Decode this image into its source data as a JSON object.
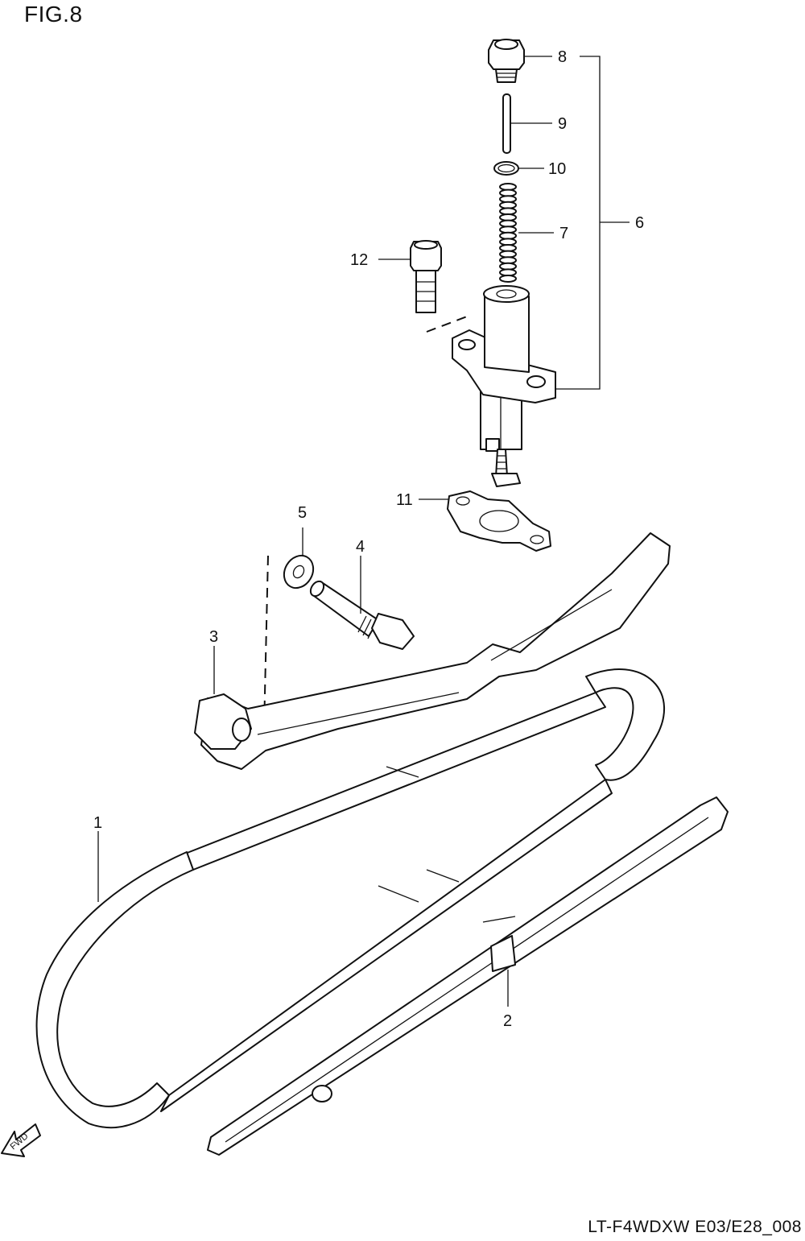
{
  "figure_label": "FIG.8",
  "drawing_code": "LT-F4WDXW E03/E28_008",
  "direction_marker": "FWD",
  "callouts": [
    "1",
    "2",
    "3",
    "4",
    "5",
    "6",
    "7",
    "8",
    "9",
    "10",
    "11",
    "12"
  ]
}
